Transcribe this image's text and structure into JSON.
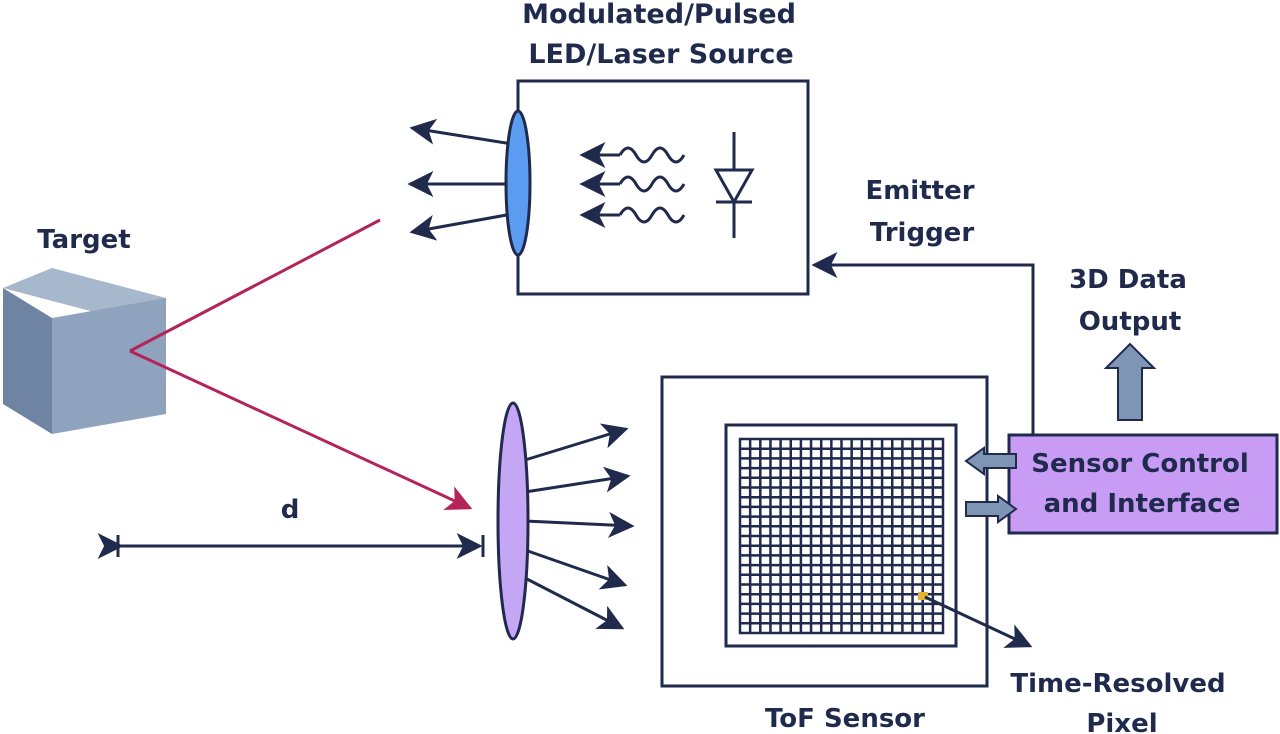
{
  "labels": {
    "source_line1": "Modulated/Pulsed",
    "source_line2": "LED/Laser Source",
    "target": "Target",
    "emitter_line1": "Emitter",
    "emitter_line2": "Trigger",
    "output_line1": "3D Data",
    "output_line2": "Output",
    "sensor_control_line1": "Sensor Control",
    "sensor_control_line2": "and Interface",
    "distance": "d",
    "tof_sensor": "ToF Sensor",
    "pixel_line1": "Time-Resolved",
    "pixel_line2": "Pixel"
  },
  "colors": {
    "stroke": "#1f2a4d",
    "reflection_ray": "#b3245a",
    "emitter_lens": "#5b9bf0",
    "receiver_lens": "#c4a6f5",
    "control_box": "#c89cf5",
    "block_arrow": "#7f95b6",
    "target_front": "#8fa3bf",
    "target_top": "#a7b7cc",
    "target_side": "#6f84a3",
    "highlight_pixel": "#e1b53a"
  },
  "sensor_grid": {
    "rows": 20,
    "cols": 20
  }
}
